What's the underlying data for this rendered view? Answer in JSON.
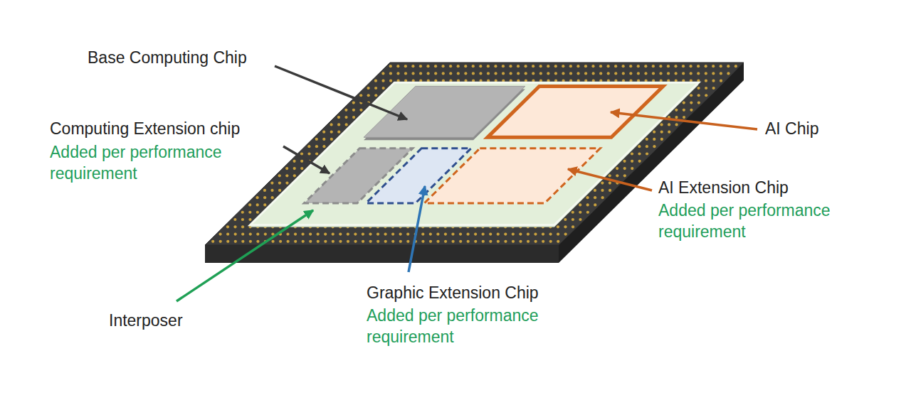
{
  "diagram": {
    "labels": [
      "Base Computing Chip",
      "Computing Extension chip",
      "Added per performance requirement",
      "AI Chip",
      "AI Extension Chip",
      "Added per performance requirement",
      "Interposer",
      "Graphic Extension Chip",
      "Added per performance requirement"
    ]
  }
}
